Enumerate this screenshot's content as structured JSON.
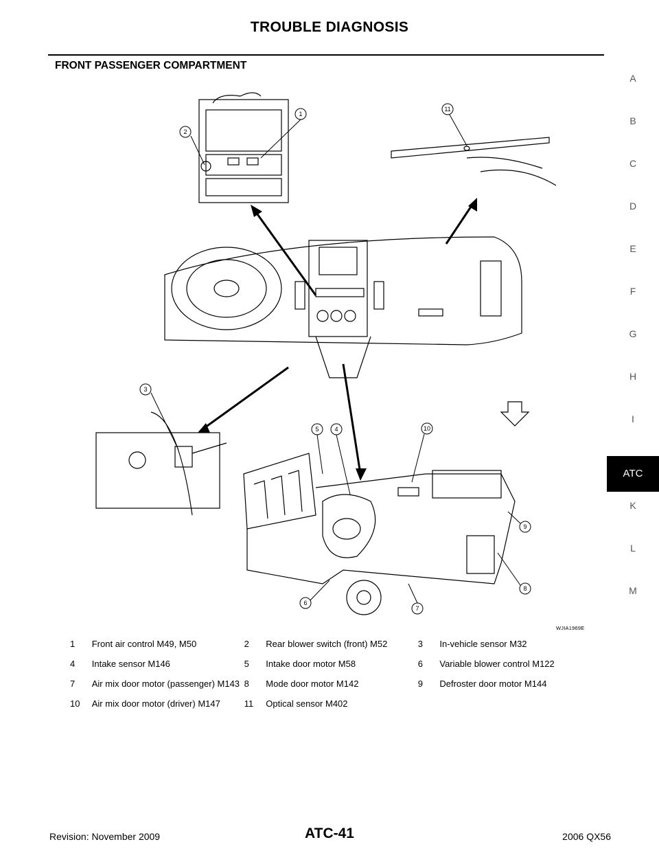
{
  "header": {
    "title": "TROUBLE DIAGNOSIS"
  },
  "section": {
    "title": "FRONT PASSENGER COMPARTMENT"
  },
  "side_tabs": [
    "A",
    "B",
    "C",
    "D",
    "E",
    "F",
    "G",
    "H",
    "I",
    "ATC",
    "K",
    "L",
    "M"
  ],
  "active_tab": "ATC",
  "figure": {
    "code": "WJIA1969E",
    "callouts": [
      "1",
      "2",
      "3",
      "4",
      "5",
      "6",
      "7",
      "8",
      "9",
      "10",
      "11"
    ]
  },
  "legend": [
    [
      {
        "num": "1",
        "label": "Front air control M49, M50"
      },
      {
        "num": "2",
        "label": "Rear blower switch (front) M52"
      },
      {
        "num": "3",
        "label": "In-vehicle sensor M32"
      }
    ],
    [
      {
        "num": "4",
        "label": "Intake sensor M146"
      },
      {
        "num": "5",
        "label": "Intake door motor M58"
      },
      {
        "num": "6",
        "label": "Variable blower control M122"
      }
    ],
    [
      {
        "num": "7",
        "label": "Air mix door motor (passenger) M143"
      },
      {
        "num": "8",
        "label": "Mode door motor M142"
      },
      {
        "num": "9",
        "label": "Defroster door motor M144"
      }
    ],
    [
      {
        "num": "10",
        "label": "Air mix door motor (driver) M147"
      },
      {
        "num": "11",
        "label": "Optical sensor M402"
      },
      {
        "num": "",
        "label": ""
      }
    ]
  ],
  "footer": {
    "revision": "Revision: November 2009",
    "page": "ATC-41",
    "model": "2006 QX56"
  }
}
